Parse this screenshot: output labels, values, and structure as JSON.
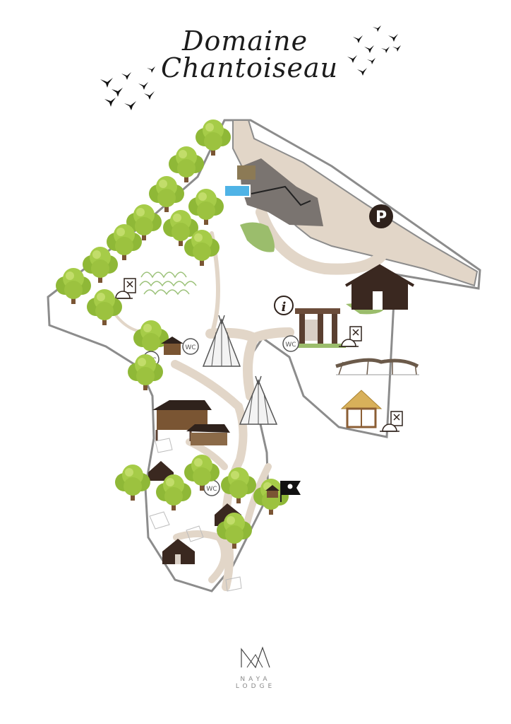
{
  "title": {
    "line1": "Domaine",
    "line2": "Chantoiseau"
  },
  "icons": {
    "parking": "P",
    "info": "i",
    "wc": "WC"
  },
  "brand": {
    "name": "NAYA",
    "sub": "LODGE"
  },
  "colors": {
    "path": "#e2d6c8",
    "path_edge": "#8c8c8c",
    "building": "#6f6a67",
    "tree_foliage": "#9cc23f",
    "tree_trunk": "#7a5533",
    "cabin": "#5a3f30",
    "dark": "#2f221c",
    "pool": "#4fb3e6",
    "grass": "#9bbd6c"
  }
}
